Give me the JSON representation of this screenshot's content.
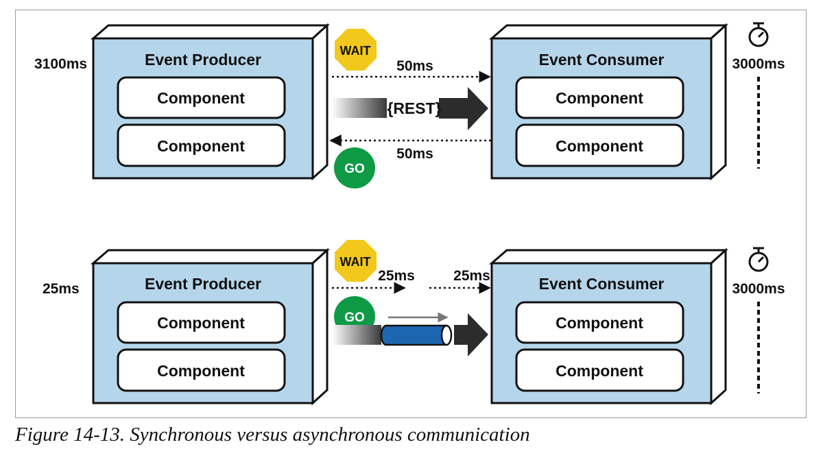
{
  "sync": {
    "producer_time": "3100ms",
    "producer_title": "Event Producer",
    "consumer_title": "Event Consumer",
    "components": [
      "Component",
      "Component"
    ],
    "wait_sign": "WAIT",
    "go_sign": "GO",
    "request_latency": "50ms",
    "response_latency": "50ms",
    "protocol": "{REST}",
    "consumer_time": "3000ms",
    "timer_icon": "stopwatch-icon"
  },
  "async": {
    "producer_time": "25ms",
    "producer_title": "Event Producer",
    "consumer_title": "Event Consumer",
    "components": [
      "Component",
      "Component"
    ],
    "wait_sign": "WAIT",
    "go_sign": "GO",
    "send_latency": "25ms",
    "deliver_latency": "25ms",
    "consumer_time": "3000ms",
    "channel_icon": "queue-pipe-icon",
    "timer_icon": "stopwatch-icon"
  },
  "caption": "Figure 14-13. Synchronous versus asynchronous communication",
  "colors": {
    "box_fill": "#b5d5ea",
    "wait_sign": "#f3c81c",
    "go_sign": "#0f9a46",
    "pipe": "#1c67b0",
    "arrow": "#2c2c2c"
  }
}
